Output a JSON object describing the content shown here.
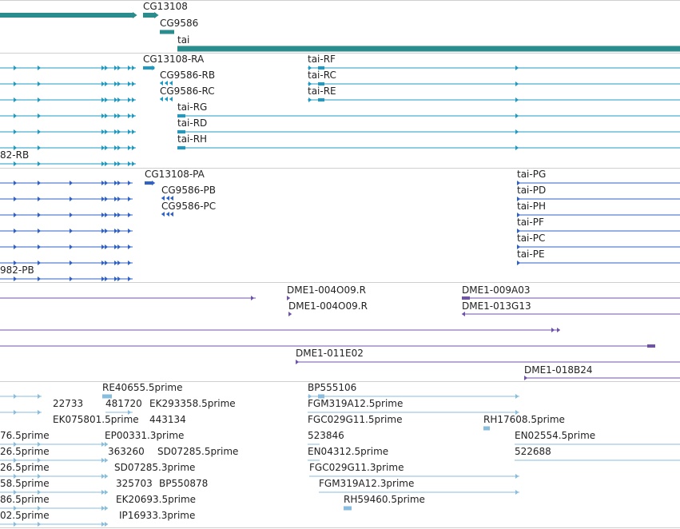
{
  "colors": {
    "gene": "#2a8c8c",
    "transcript": "#1d9bc4",
    "protein": "#2f62c8",
    "clone": "#7152ab",
    "est": "#88bde0",
    "divider": "#cfcfcf"
  },
  "tracks": {
    "genes": [
      {
        "name": "gene-cg13108",
        "label": "CG13108"
      },
      {
        "name": "gene-cg9586",
        "label": "CG9586"
      },
      {
        "name": "gene-tai",
        "label": "tai"
      }
    ],
    "transcripts": [
      {
        "name": "transcript-cg13108-ra",
        "label": "CG13108-RA"
      },
      {
        "name": "transcript-cg9586-rb",
        "label": "CG9586-RB"
      },
      {
        "name": "transcript-cg9586-rc",
        "label": "CG9586-RC"
      },
      {
        "name": "transcript-tai-rg",
        "label": "tai-RG"
      },
      {
        "name": "transcript-tai-rd",
        "label": "tai-RD"
      },
      {
        "name": "transcript-tai-rh",
        "label": "tai-RH"
      },
      {
        "name": "transcript-tai-rf",
        "label": "tai-RF"
      },
      {
        "name": "transcript-tai-rc",
        "label": "tai-RC"
      },
      {
        "name": "transcript-tai-re",
        "label": "tai-RE"
      },
      {
        "name": "transcript-partial-rb",
        "label": "82-RB"
      }
    ],
    "proteins": [
      {
        "name": "protein-cg13108-pa",
        "label": "CG13108-PA"
      },
      {
        "name": "protein-cg9586-pb",
        "label": "CG9586-PB"
      },
      {
        "name": "protein-cg9586-pc",
        "label": "CG9586-PC"
      },
      {
        "name": "protein-tai-pg",
        "label": "tai-PG"
      },
      {
        "name": "protein-tai-pd",
        "label": "tai-PD"
      },
      {
        "name": "protein-tai-ph",
        "label": "tai-PH"
      },
      {
        "name": "protein-tai-pf",
        "label": "tai-PF"
      },
      {
        "name": "protein-tai-pc",
        "label": "tai-PC"
      },
      {
        "name": "protein-tai-pe",
        "label": "tai-PE"
      },
      {
        "name": "protein-partial-pb",
        "label": "982-PB"
      }
    ],
    "clones": [
      {
        "name": "clone-dme1-004o09-r-a",
        "label": "DME1-004O09.R"
      },
      {
        "name": "clone-dme1-004o09-r-b",
        "label": "DME1-004O09.R"
      },
      {
        "name": "clone-dme1-009a03",
        "label": "DME1-009A03"
      },
      {
        "name": "clone-dme1-013g13",
        "label": "DME1-013G13"
      },
      {
        "name": "clone-dme1-011e02",
        "label": "DME1-011E02"
      },
      {
        "name": "clone-dme1-018b24",
        "label": "DME1-018B24"
      }
    ],
    "ests": [
      {
        "name": "est-re40655",
        "label": "RE40655.5prime"
      },
      {
        "name": "est-22733",
        "label": "22733"
      },
      {
        "name": "est-481720",
        "label": "481720"
      },
      {
        "name": "est-ek293358",
        "label": "EK293358.5prime"
      },
      {
        "name": "est-ek075801",
        "label": "EK075801.5prime"
      },
      {
        "name": "est-443134",
        "label": "443134"
      },
      {
        "name": "est-partial-76",
        "label": "76.5prime"
      },
      {
        "name": "est-ep00331",
        "label": "EP00331.3prime"
      },
      {
        "name": "est-partial-26a",
        "label": "26.5prime"
      },
      {
        "name": "est-363260",
        "label": "363260"
      },
      {
        "name": "est-sd07285-5",
        "label": "SD07285.5prime"
      },
      {
        "name": "est-partial-26b",
        "label": "26.5prime"
      },
      {
        "name": "est-sd07285-3",
        "label": "SD07285.3prime"
      },
      {
        "name": "est-partial-58",
        "label": "58.5prime"
      },
      {
        "name": "est-325703",
        "label": "325703"
      },
      {
        "name": "est-bp550878",
        "label": "BP550878"
      },
      {
        "name": "est-partial-86",
        "label": "86.5prime"
      },
      {
        "name": "est-ek20693",
        "label": "EK20693.5prime"
      },
      {
        "name": "est-partial-02",
        "label": "02.5prime"
      },
      {
        "name": "est-ip16933",
        "label": "IP16933.3prime"
      },
      {
        "name": "est-bp555106",
        "label": "BP555106"
      },
      {
        "name": "est-fgm319a12-5",
        "label": "FGM319A12.5prime"
      },
      {
        "name": "est-fgc029g11-5",
        "label": "FGC029G11.5prime"
      },
      {
        "name": "est-rh17608",
        "label": "RH17608.5prime"
      },
      {
        "name": "est-523846",
        "label": "523846"
      },
      {
        "name": "est-en02554",
        "label": "EN02554.5prime"
      },
      {
        "name": "est-en04312",
        "label": "EN04312.5prime"
      },
      {
        "name": "est-522688",
        "label": "522688"
      },
      {
        "name": "est-fgc029g11-3",
        "label": "FGC029G11.3prime"
      },
      {
        "name": "est-fgm319a12-3",
        "label": "FGM319A12.3prime"
      },
      {
        "name": "est-rh59460",
        "label": "RH59460.5prime"
      }
    ]
  }
}
